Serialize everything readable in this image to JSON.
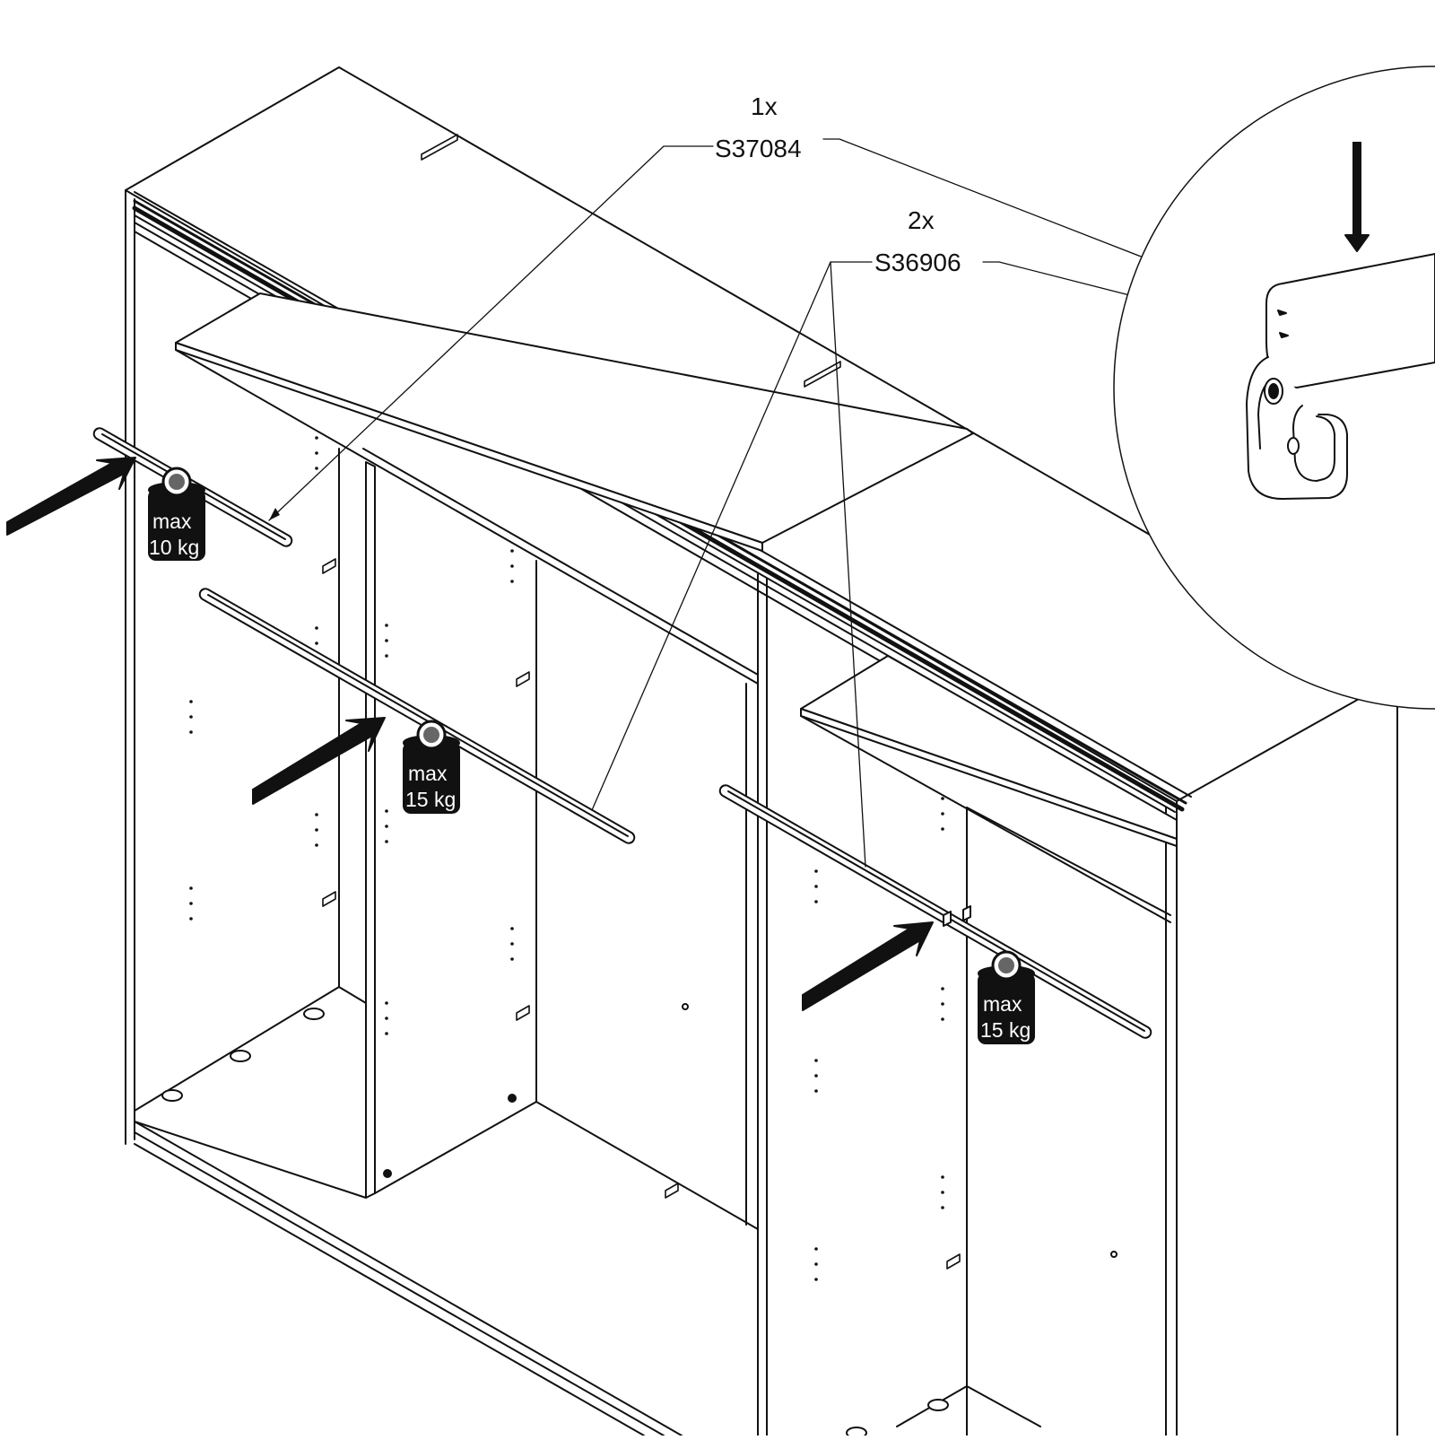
{
  "callouts": {
    "rail": {
      "qty": "1x",
      "code": "S37084"
    },
    "holder": {
      "qty": "2x",
      "code": "S36906"
    }
  },
  "weights": [
    {
      "max_label": "max",
      "load_label": "10 kg"
    },
    {
      "max_label": "max",
      "load_label": "15 kg"
    },
    {
      "max_label": "max",
      "load_label": "15 kg"
    }
  ],
  "colors": {
    "line": "#111111",
    "fill": "#ffffff"
  }
}
